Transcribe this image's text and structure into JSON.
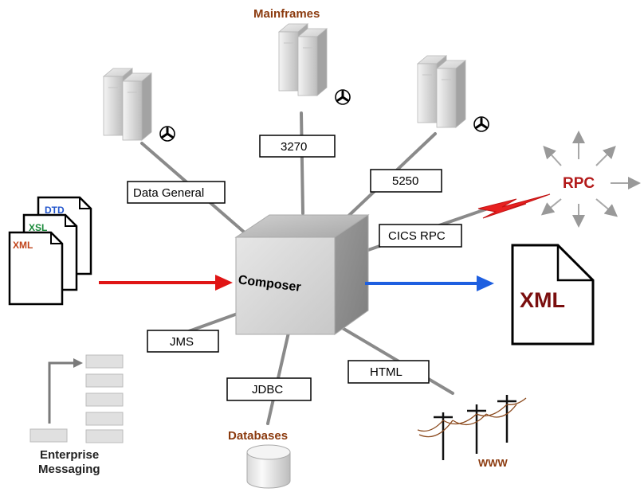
{
  "labels": {
    "mainframes": "Mainframes",
    "rpc": "RPC",
    "databases": "Databases",
    "enterprise_line1": "Enterprise",
    "enterprise_line2": "Messaging",
    "www": "WWW",
    "composer": "Composer"
  },
  "doc_stack": {
    "dtd": "DTD",
    "xsl": "XSL",
    "xml": "XML"
  },
  "xml_output": "XML",
  "connectors": {
    "t3270": "3270",
    "data_general": "Data General",
    "t5250": "5250",
    "cics_rpc": "CICS RPC",
    "jms": "JMS",
    "jdbc": "JDBC",
    "html": "HTML"
  },
  "colors": {
    "label_brown": "#8b3a0e",
    "rpc_red": "#b31a1a",
    "input_arrow": "#e01515",
    "output_arrow": "#1e5fe0",
    "dtd_blue": "#2255cc",
    "xsl_green": "#1a8a3a",
    "xml_orange": "#c0441a",
    "xml_dark": "#7a0e0e"
  }
}
